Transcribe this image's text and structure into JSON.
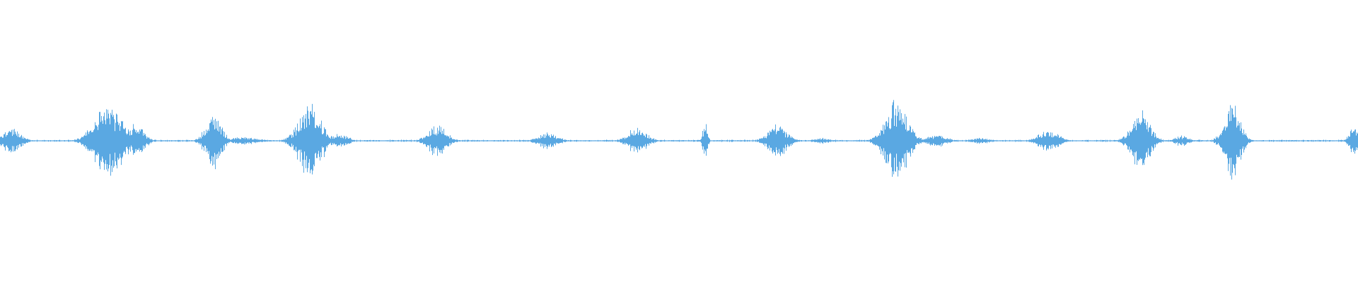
{
  "waveform": {
    "color": "#5aa8e2",
    "background": "#ffffff",
    "baseline_amplitude": 0.012,
    "bursts": [
      {
        "t": 0.008,
        "amp": 0.16,
        "width": 0.012
      },
      {
        "t": 0.08,
        "amp": 0.48,
        "width": 0.018
      },
      {
        "t": 0.1,
        "amp": 0.24,
        "width": 0.01
      },
      {
        "t": 0.157,
        "amp": 0.36,
        "width": 0.01
      },
      {
        "t": 0.18,
        "amp": 0.05,
        "width": 0.018
      },
      {
        "t": 0.228,
        "amp": 0.5,
        "width": 0.014
      },
      {
        "t": 0.25,
        "amp": 0.1,
        "width": 0.01
      },
      {
        "t": 0.322,
        "amp": 0.22,
        "width": 0.012
      },
      {
        "t": 0.403,
        "amp": 0.12,
        "width": 0.012
      },
      {
        "t": 0.469,
        "amp": 0.18,
        "width": 0.012
      },
      {
        "t": 0.519,
        "amp": 0.26,
        "width": 0.003
      },
      {
        "t": 0.572,
        "amp": 0.22,
        "width": 0.012
      },
      {
        "t": 0.605,
        "amp": 0.04,
        "width": 0.01
      },
      {
        "t": 0.66,
        "amp": 0.56,
        "width": 0.014
      },
      {
        "t": 0.69,
        "amp": 0.08,
        "width": 0.012
      },
      {
        "t": 0.722,
        "amp": 0.04,
        "width": 0.012
      },
      {
        "t": 0.772,
        "amp": 0.16,
        "width": 0.012
      },
      {
        "t": 0.84,
        "amp": 0.4,
        "width": 0.012
      },
      {
        "t": 0.87,
        "amp": 0.08,
        "width": 0.008
      },
      {
        "t": 0.907,
        "amp": 0.52,
        "width": 0.01
      },
      {
        "t": 0.997,
        "amp": 0.2,
        "width": 0.006
      }
    ]
  }
}
